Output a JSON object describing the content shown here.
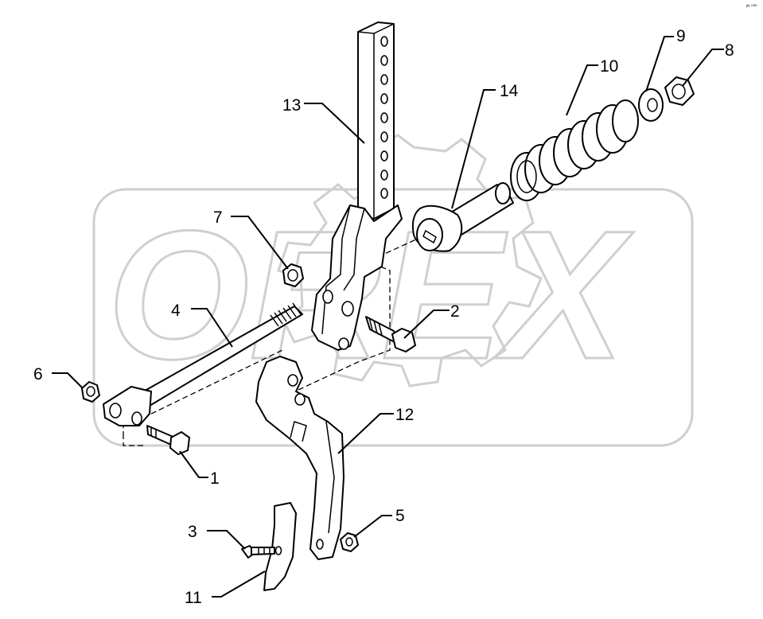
{
  "watermark": {
    "text": "OREX"
  },
  "corner_code": "ᵖᵇ ⁰⁰⁰",
  "callouts": [
    {
      "id": "1",
      "label": "1"
    },
    {
      "id": "2",
      "label": "2"
    },
    {
      "id": "3",
      "label": "3"
    },
    {
      "id": "4",
      "label": "4"
    },
    {
      "id": "5",
      "label": "5"
    },
    {
      "id": "6",
      "label": "6"
    },
    {
      "id": "7",
      "label": "7"
    },
    {
      "id": "8",
      "label": "8"
    },
    {
      "id": "9",
      "label": "9"
    },
    {
      "id": "10",
      "label": "10"
    },
    {
      "id": "11",
      "label": "11"
    },
    {
      "id": "12",
      "label": "12"
    },
    {
      "id": "13",
      "label": "13"
    },
    {
      "id": "14",
      "label": "14"
    }
  ]
}
